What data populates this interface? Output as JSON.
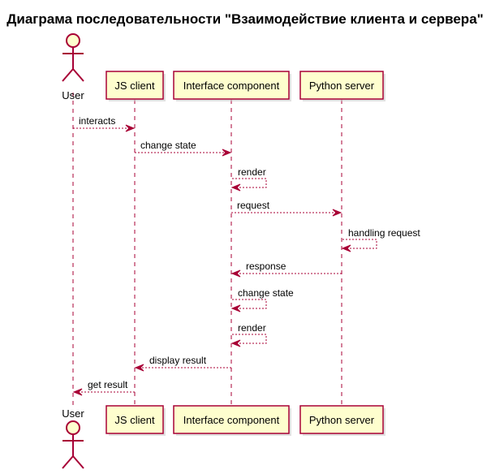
{
  "title": "Диаграма последовательности \"Взаимодействие клиента и сервера\"",
  "participants": [
    {
      "id": "user",
      "label": "User",
      "kind": "actor"
    },
    {
      "id": "js",
      "label": "JS client",
      "kind": "participant"
    },
    {
      "id": "ic",
      "label": "Interface component",
      "kind": "participant"
    },
    {
      "id": "py",
      "label": "Python server",
      "kind": "participant"
    }
  ],
  "messages": [
    {
      "from": "user",
      "to": "js",
      "label": "interacts"
    },
    {
      "from": "js",
      "to": "ic",
      "label": "change state"
    },
    {
      "from": "ic",
      "to": "ic",
      "label": "render"
    },
    {
      "from": "ic",
      "to": "py",
      "label": "request"
    },
    {
      "from": "py",
      "to": "py",
      "label": "handling request"
    },
    {
      "from": "py",
      "to": "ic",
      "label": "response"
    },
    {
      "from": "ic",
      "to": "ic",
      "label": "change state"
    },
    {
      "from": "ic",
      "to": "ic",
      "label": "render"
    },
    {
      "from": "ic",
      "to": "js",
      "label": "display result"
    },
    {
      "from": "js",
      "to": "user",
      "label": "get result"
    }
  ],
  "colors": {
    "border": "#A80036",
    "fill": "#FEFECE"
  }
}
